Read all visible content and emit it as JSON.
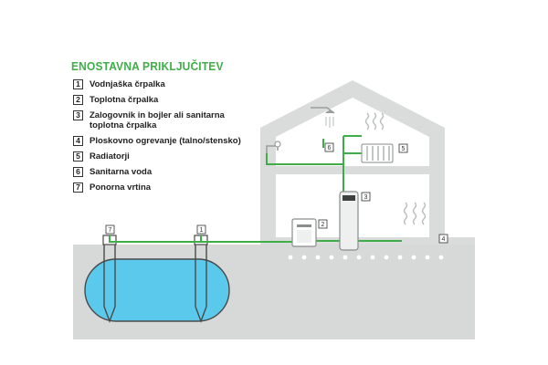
{
  "title": "ENOSTAVNA PRIKLJUČITEV",
  "legend": [
    {
      "num": "1",
      "label": "Vodnjaška črpalka"
    },
    {
      "num": "2",
      "label": "Toplotna črpalka"
    },
    {
      "num": "3",
      "label": "Zalogovnik in bojler ali sanitarna toplotna črpalka"
    },
    {
      "num": "4",
      "label": "Ploskovno ogrevanje (talno/stensko)"
    },
    {
      "num": "5",
      "label": "Radiatorji"
    },
    {
      "num": "6",
      "label": "Sanitarna voda"
    },
    {
      "num": "7",
      "label": "Ponorna vrtina"
    }
  ],
  "tags": {
    "t1": "1",
    "t2": "2",
    "t3": "3",
    "t4": "4",
    "t5": "5",
    "t6": "6",
    "t7": "7"
  },
  "colors": {
    "pipe": "#3fae49",
    "house": "#dadcdc",
    "ground": "#d7d9d9",
    "water": "#5bc9ec"
  }
}
